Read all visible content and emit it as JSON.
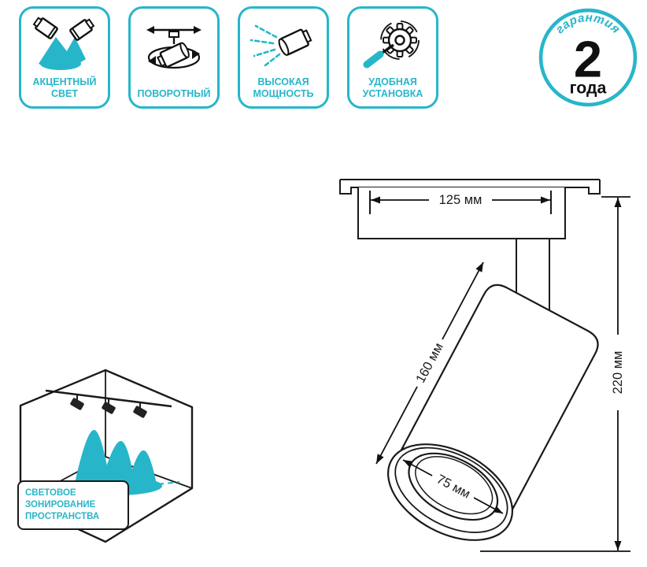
{
  "colors": {
    "accent": "#27b6c9",
    "ink": "#1a1a1a"
  },
  "features": [
    {
      "label": "АКЦЕНТНЫЙ СВЕТ",
      "icon": "accent-light-icon"
    },
    {
      "label": "ПОВОРОТНЫЙ",
      "icon": "rotatable-icon"
    },
    {
      "label": "ВЫСОКАЯ МОЩНОСТЬ",
      "icon": "high-power-icon"
    },
    {
      "label": "УДОБНАЯ УСТАНОВКА",
      "icon": "easy-install-icon"
    }
  ],
  "warranty": {
    "arc_text": "гарантия",
    "number": "2",
    "unit": "года"
  },
  "dimensions": {
    "track_width": "125 мм",
    "body_length": "160 мм",
    "total_height": "220 мм",
    "lens_diameter": "75 мм"
  },
  "zoning_caption": "СВЕТОВОЕ ЗОНИРОВАНИЕ ПРОСТРАНСТВА"
}
